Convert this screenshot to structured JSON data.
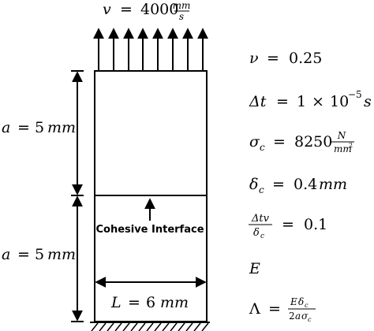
{
  "velocity": {
    "symbol": "v",
    "eq": "=",
    "value": "4000",
    "unit_num": "mm",
    "unit_den": "s"
  },
  "left_dims": [
    {
      "symbol": "a",
      "eq": "=",
      "value": "5",
      "unit": "mm"
    },
    {
      "symbol": "a",
      "eq": "=",
      "value": "5",
      "unit": "mm"
    }
  ],
  "interface_label": "Cohesive Interface",
  "width_dim": {
    "symbol": "L",
    "eq": "=",
    "value": "6",
    "unit": "mm"
  },
  "params": {
    "nu": {
      "symbol": "ν",
      "eq": "=",
      "value": "0.25"
    },
    "dt": {
      "symbol": "Δt",
      "eq": "=",
      "coef": "1",
      "times": "×",
      "base": "10",
      "exp": "−5",
      "unit": "s"
    },
    "sigma": {
      "symbol": "σ",
      "sub": "c",
      "eq": "=",
      "value": "8250",
      "unit_num": "N",
      "unit_den": "mm",
      "unit_den_exp": "2"
    },
    "delta": {
      "symbol": "δ",
      "sub": "c",
      "eq": "=",
      "value": "0.4",
      "unit": "mm"
    },
    "ratio": {
      "num": "Δtv",
      "den_sym": "δ",
      "den_sub": "c",
      "eq": "=",
      "value": "0.1"
    },
    "E": {
      "symbol": "E"
    },
    "Lambda": {
      "symbol": "Λ",
      "eq": "=",
      "num_E": "E",
      "num_delta": "δ",
      "num_sub": "c",
      "den_2": "2",
      "den_a": "a",
      "den_sigma": "σ",
      "den_sub": "c"
    }
  }
}
